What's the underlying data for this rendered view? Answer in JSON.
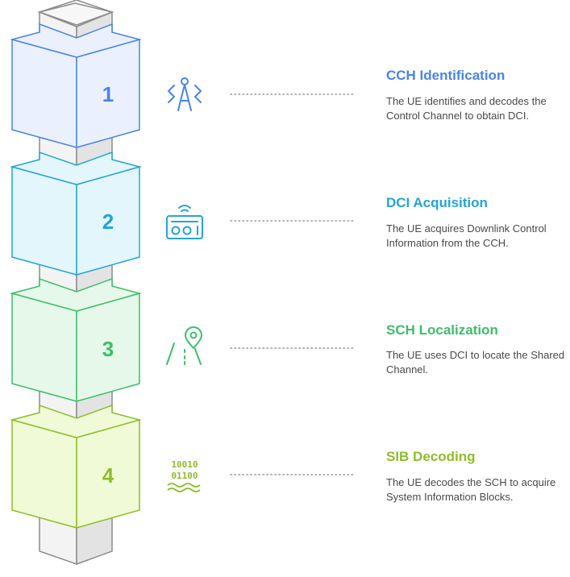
{
  "steps": [
    {
      "number": "1",
      "title": "CCH Identification",
      "description": "The UE identifies and decodes the Control Channel to obtain DCI.",
      "icon": "antenna-tower-icon",
      "color": "#4A84E8",
      "fill": "#EAF0FD"
    },
    {
      "number": "2",
      "title": "DCI Acquisition",
      "description": "The UE acquires Downlink Control Information from the CCH.",
      "icon": "radio-receiver-icon",
      "color": "#22A5D6",
      "fill": "#E3F6FC"
    },
    {
      "number": "3",
      "title": "SCH Localization",
      "description": "The UE uses DCI to locate the Shared Channel.",
      "icon": "road-location-pin-icon",
      "color": "#3DBE6A",
      "fill": "#E6F8EA"
    },
    {
      "number": "4",
      "title": "SIB Decoding",
      "description": "The UE decodes the SCH to acquire System Information Blocks.",
      "icon": "binary-data-icon",
      "color": "#8DBE2A",
      "fill": "#F1FAD6",
      "icon_text": [
        "10010",
        "01100"
      ]
    }
  ],
  "pillar_color": "#8C8C8C",
  "pillar_fill": "#EDEDED"
}
